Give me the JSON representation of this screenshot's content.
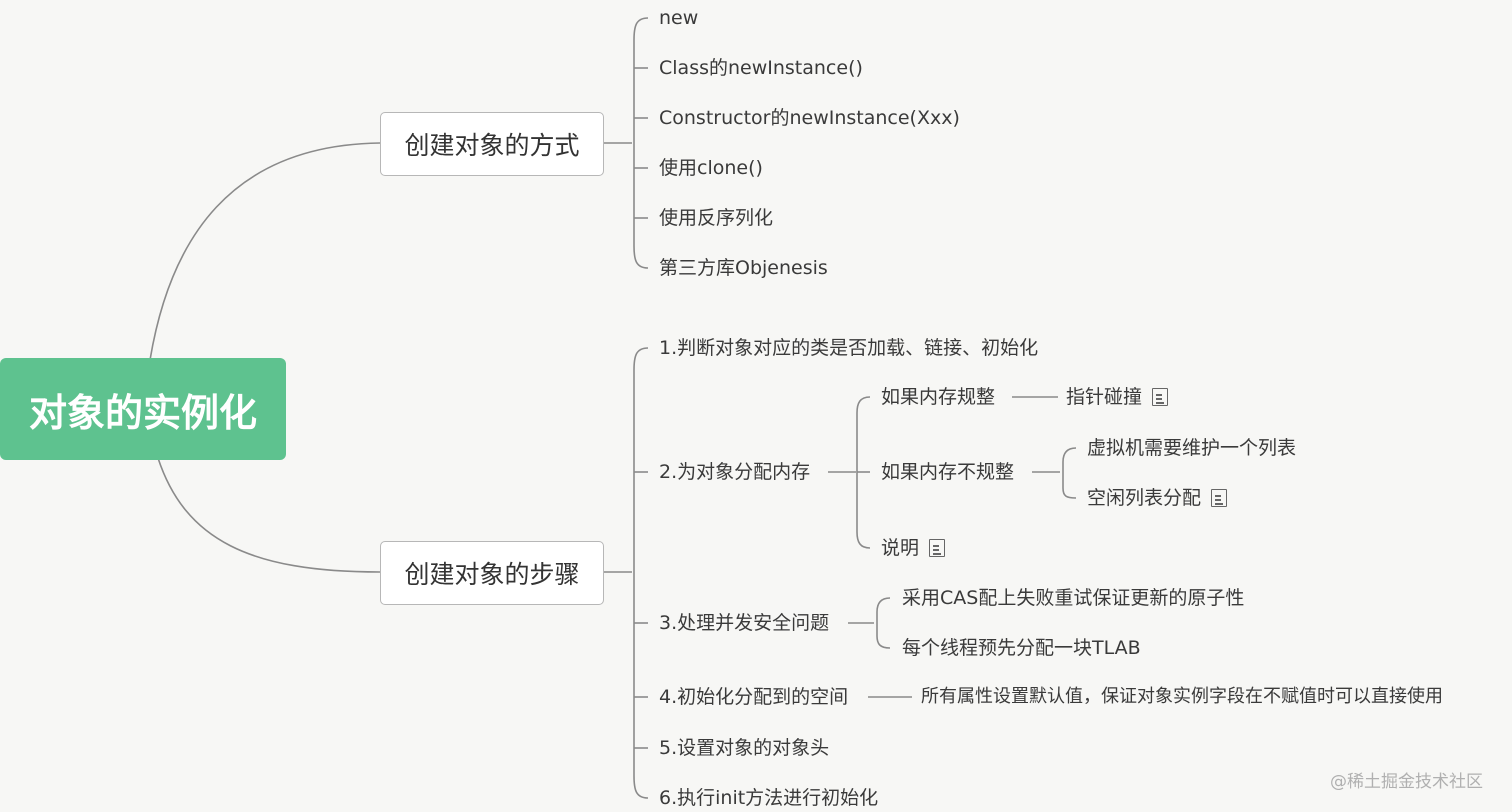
{
  "root": "对象的实例化",
  "branches": {
    "ways": {
      "title": "创建对象的方式",
      "items": [
        "new",
        "Class的newInstance()",
        "Constructor的newInstance(Xxx)",
        "使用clone()",
        "使用反序列化",
        "第三方库Objenesis"
      ]
    },
    "steps": {
      "title": "创建对象的步骤",
      "s1": "1.判断对象对应的类是否加载、链接、初始化",
      "s2": {
        "label": "2.为对象分配内存",
        "regular": {
          "label": "如果内存规整",
          "child": "指针碰撞"
        },
        "irregular": {
          "label": "如果内存不规整",
          "children": [
            "虚拟机需要维护一个列表",
            "空闲列表分配"
          ]
        },
        "note": "说明"
      },
      "s3": {
        "label": "3.处理并发安全问题",
        "children": [
          "采用CAS配上失败重试保证更新的原子性",
          "每个线程预先分配一块TLAB"
        ]
      },
      "s4": {
        "label": "4.初始化分配到的空间",
        "child": "所有属性设置默认值，保证对象实例字段在不赋值时可以直接使用"
      },
      "s5": "5.设置对象的对象头",
      "s6": "6.执行init方法进行初始化"
    }
  },
  "watermark": "@稀土掘金技术社区",
  "icons": {
    "note": "note-icon"
  },
  "colors": {
    "root": "#5ec28f",
    "line": "#8a8a8a"
  }
}
